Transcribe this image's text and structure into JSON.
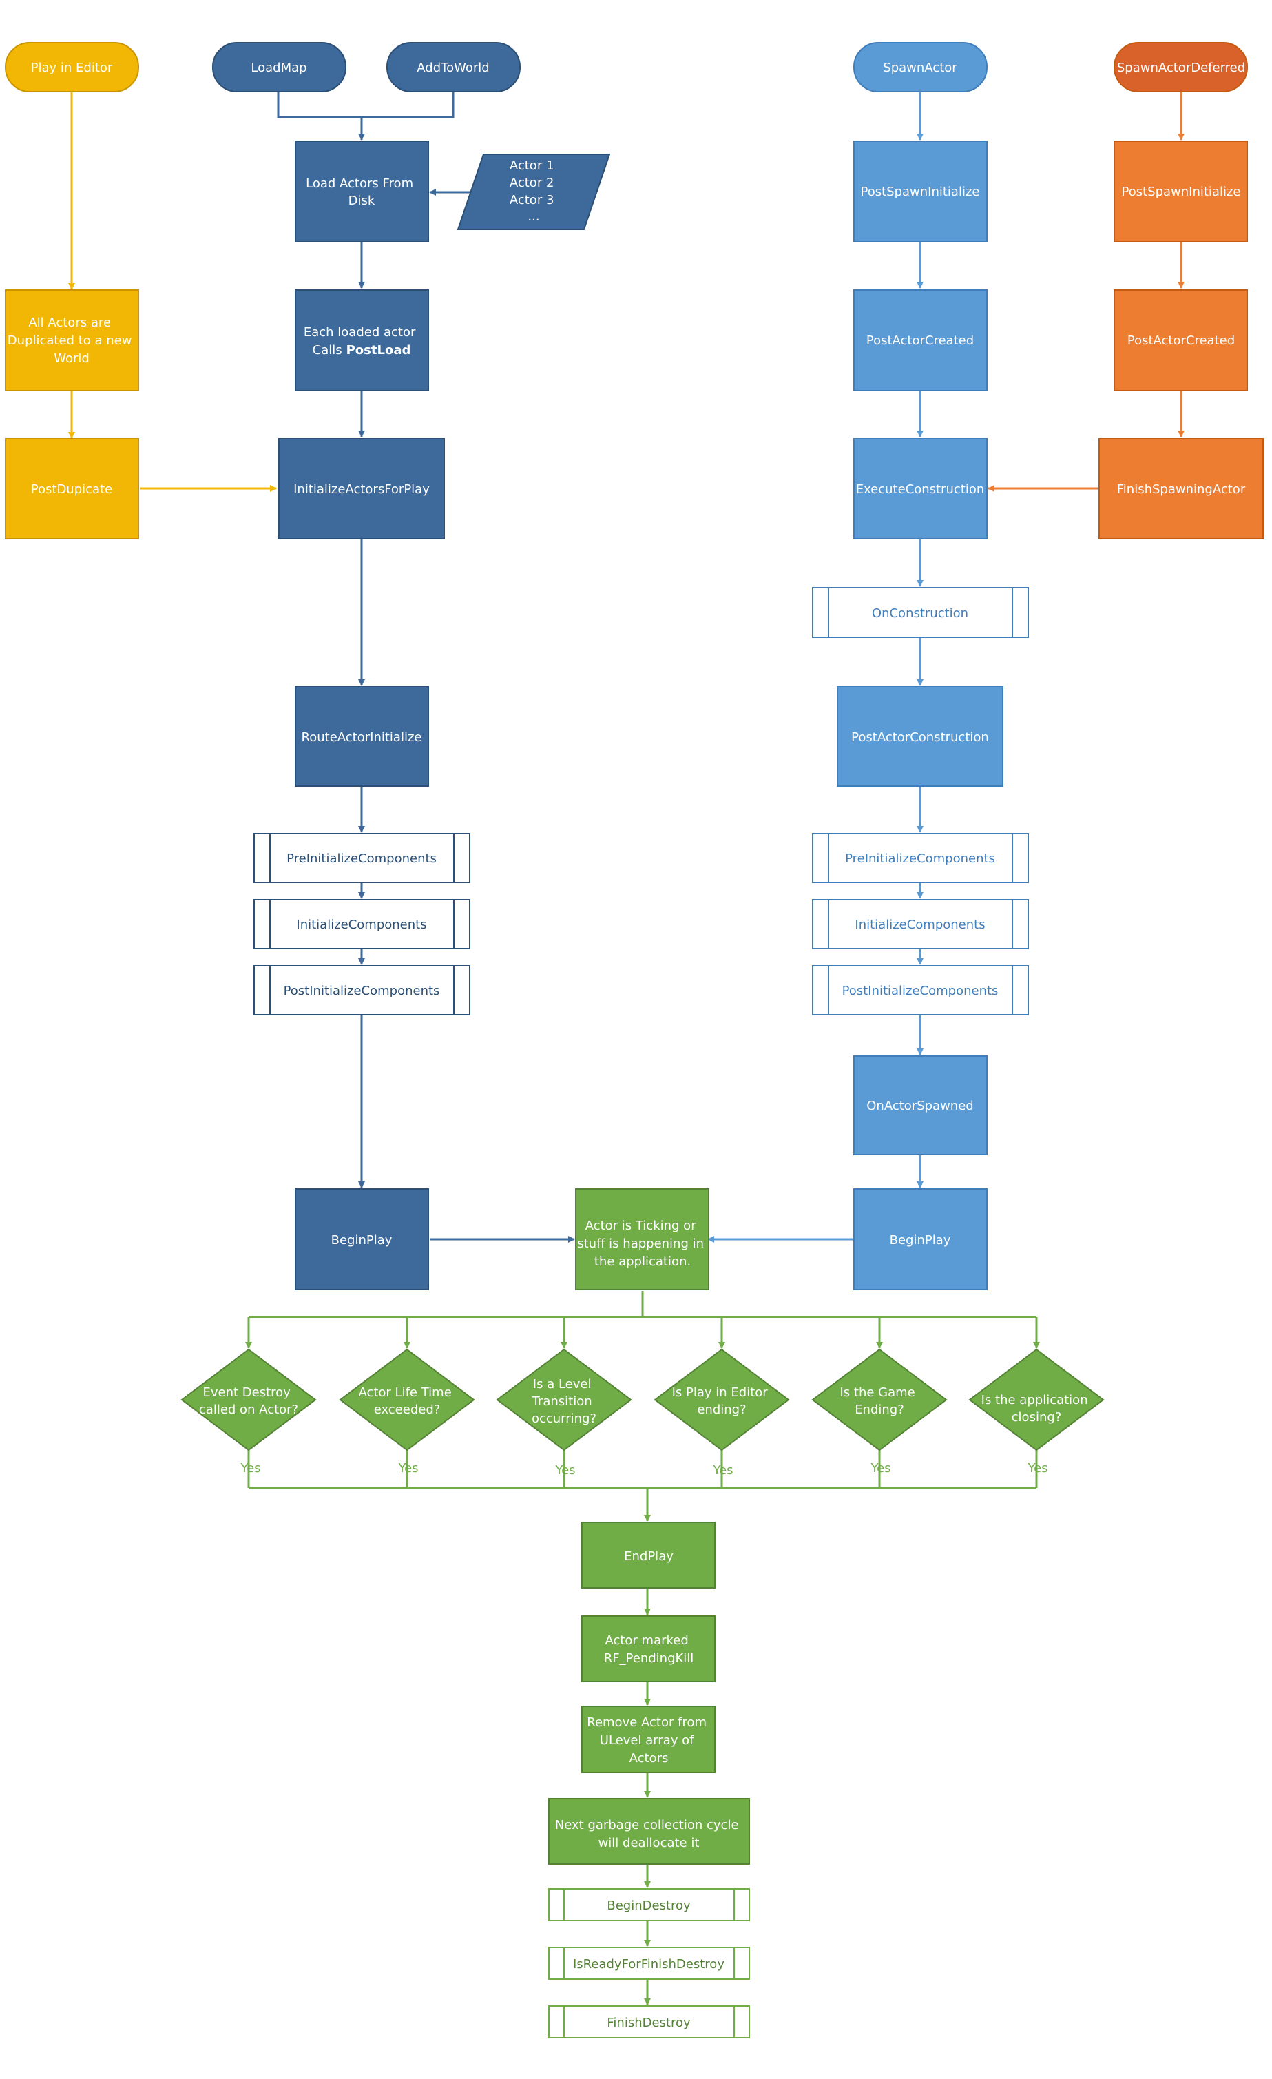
{
  "colors": {
    "yellow": "#f2b705",
    "yellow_stroke": "#c99400",
    "dark_blue": "#3d6a9a",
    "dark_blue_stroke": "#2b4f75",
    "light_blue": "#5b9bd5",
    "light_blue_stroke": "#3f7dbb",
    "orange": "#ed7d31",
    "orange_stroke": "#c55a11",
    "orange_dark": "#d9622b",
    "green": "#70ad47",
    "green_stroke": "#548235",
    "white": "#ffffff"
  },
  "left_branch": {
    "play_in_editor": "Play in Editor",
    "all_actors_duplicated": [
      "All Actors are",
      "Duplicated to a new",
      "World"
    ],
    "post_duplicate": "PostDupicate"
  },
  "load_branch": {
    "load_map": "LoadMap",
    "add_to_world": "AddToWorld",
    "load_actors_from_disk": [
      "Load Actors From",
      "Disk"
    ],
    "actor_list": [
      "Actor 1",
      "Actor 2",
      "Actor 3",
      "..."
    ],
    "each_loaded_actor": [
      "Each loaded actor",
      "Calls"
    ],
    "post_load": "PostLoad",
    "initialize_actors_for_play": "InitializeActorsForPlay",
    "route_actor_initialize": "RouteActorInitialize",
    "pre_initialize_components": "PreInitializeComponents",
    "initialize_components": "InitializeComponents",
    "post_initialize_components": "PostInitializeComponents",
    "begin_play": "BeginPlay"
  },
  "spawn_branch": {
    "spawn_actor": "SpawnActor",
    "post_spawn_initialize": "PostSpawnInitialize",
    "post_actor_created": "PostActorCreated",
    "execute_construction": "ExecuteConstruction",
    "on_construction": "OnConstruction",
    "post_actor_construction": "PostActorConstruction",
    "pre_initialize_components": "PreInitializeComponents",
    "initialize_components": "InitializeComponents",
    "post_initialize_components": "PostInitializeComponents",
    "on_actor_spawned": "OnActorSpawned",
    "begin_play": "BeginPlay"
  },
  "deferred_branch": {
    "spawn_actor_deferred": "SpawnActorDeferred",
    "post_spawn_initialize": "PostSpawnInitialize",
    "post_actor_created": "PostActorCreated",
    "finish_spawning_actor": "FinishSpawningActor"
  },
  "lifecycle": {
    "actor_ticking": [
      "Actor is Ticking or",
      "stuff is happening in",
      "the application."
    ],
    "decisions": [
      {
        "lines": [
          "Event Destroy",
          "called on Actor?"
        ],
        "yes": "Yes"
      },
      {
        "lines": [
          "Actor Life Time",
          "exceeded?"
        ],
        "yes": "Yes"
      },
      {
        "lines": [
          "Is a Level",
          "Transition",
          "occurring?"
        ],
        "yes": "Yes"
      },
      {
        "lines": [
          "Is Play in Editor",
          "ending?"
        ],
        "yes": "Yes"
      },
      {
        "lines": [
          "Is the Game",
          "Ending?"
        ],
        "yes": "Yes"
      },
      {
        "lines": [
          "Is the application",
          "closing?"
        ],
        "yes": "Yes"
      }
    ],
    "end_play": "EndPlay",
    "actor_marked": [
      "Actor marked",
      "RF_PendingKill"
    ],
    "remove_actor": [
      "Remove Actor from",
      "ULevel array of",
      "Actors"
    ],
    "garbage_collection": [
      "Next garbage collection cycle",
      "will deallocate it"
    ],
    "begin_destroy": "BeginDestroy",
    "is_ready_for_finish_destroy": "IsReadyForFinishDestroy",
    "finish_destroy": "FinishDestroy"
  }
}
